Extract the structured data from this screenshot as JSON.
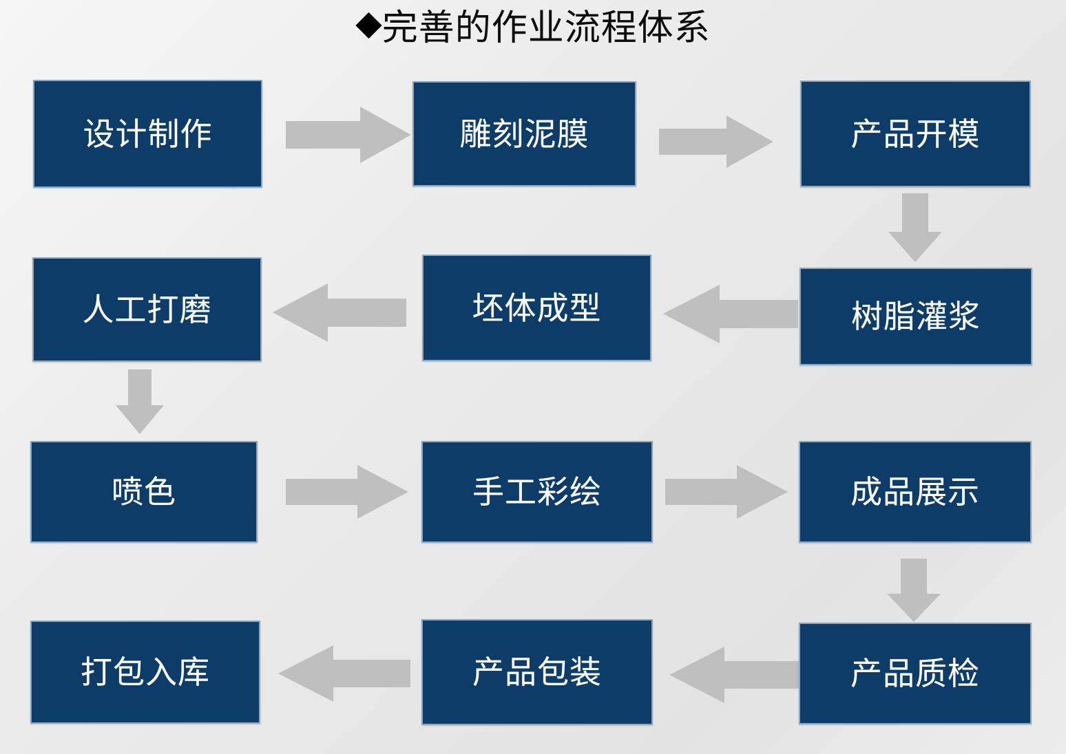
{
  "title": {
    "bullet": "◆",
    "text": "完善的作业流程体系"
  },
  "colors": {
    "node_fill": "#0d3c68",
    "node_border": "#8ea7bf",
    "node_text": "#ffffff",
    "arrow_fill": "#bfbfbf",
    "background": "#e9e9e9",
    "title_text": "#0d0d0d"
  },
  "flow": {
    "nodes": [
      {
        "id": "design",
        "label": "设计制作",
        "row": 1,
        "col": 1
      },
      {
        "id": "carve",
        "label": "雕刻泥膜",
        "row": 1,
        "col": 2
      },
      {
        "id": "mold",
        "label": "产品开模",
        "row": 1,
        "col": 3
      },
      {
        "id": "polish",
        "label": "人工打磨",
        "row": 2,
        "col": 1
      },
      {
        "id": "forming",
        "label": "坯体成型",
        "row": 2,
        "col": 2
      },
      {
        "id": "resin",
        "label": "树脂灌浆",
        "row": 2,
        "col": 3
      },
      {
        "id": "spray",
        "label": "喷色",
        "row": 3,
        "col": 1
      },
      {
        "id": "paint",
        "label": "手工彩绘",
        "row": 3,
        "col": 2
      },
      {
        "id": "display",
        "label": "成品展示",
        "row": 3,
        "col": 3
      },
      {
        "id": "warehouse",
        "label": "打包入库",
        "row": 4,
        "col": 1
      },
      {
        "id": "packaging",
        "label": "产品包装",
        "row": 4,
        "col": 2
      },
      {
        "id": "inspection",
        "label": "产品质检",
        "row": 4,
        "col": 3
      }
    ],
    "connectors": [
      {
        "id": "r1a",
        "from": "design",
        "to": "carve",
        "direction": "right"
      },
      {
        "id": "r1b",
        "from": "carve",
        "to": "mold",
        "direction": "right"
      },
      {
        "id": "v-right-1",
        "from": "mold",
        "to": "resin",
        "direction": "down"
      },
      {
        "id": "r2a",
        "from": "resin",
        "to": "forming",
        "direction": "left"
      },
      {
        "id": "r2b",
        "from": "forming",
        "to": "polish",
        "direction": "left"
      },
      {
        "id": "v-left-1",
        "from": "polish",
        "to": "spray",
        "direction": "down"
      },
      {
        "id": "r3a",
        "from": "spray",
        "to": "paint",
        "direction": "right"
      },
      {
        "id": "r3b",
        "from": "paint",
        "to": "display",
        "direction": "right"
      },
      {
        "id": "v-right-2",
        "from": "display",
        "to": "inspection",
        "direction": "down"
      },
      {
        "id": "r4a",
        "from": "inspection",
        "to": "packaging",
        "direction": "left"
      },
      {
        "id": "r4b",
        "from": "packaging",
        "to": "warehouse",
        "direction": "left"
      }
    ]
  }
}
